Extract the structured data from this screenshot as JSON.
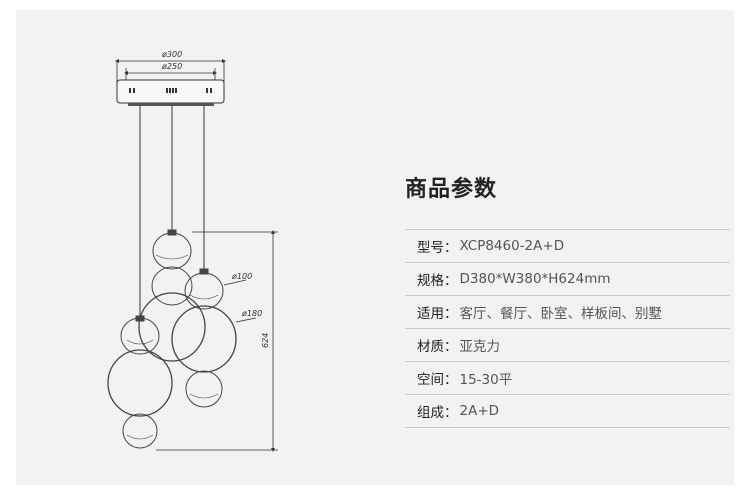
{
  "drawing": {
    "dim_canopy_outer": "ø300",
    "dim_canopy_inner": "ø250",
    "dim_small_globe": "ø100",
    "dim_large_globe": "ø180",
    "dim_height": "624"
  },
  "spec": {
    "title": "商品参数",
    "rows": [
      {
        "label": "型号：",
        "value": "XCP8460-2A+D"
      },
      {
        "label": "规格：",
        "value": "D380*W380*H624mm"
      },
      {
        "label": "适用：",
        "value": "客厅、餐厅、卧室、样板间、别墅"
      },
      {
        "label": "材质：",
        "value": "亚克力"
      },
      {
        "label": "空间：",
        "value": "15-30平"
      },
      {
        "label": "组成：",
        "value": "2A+D"
      }
    ]
  }
}
